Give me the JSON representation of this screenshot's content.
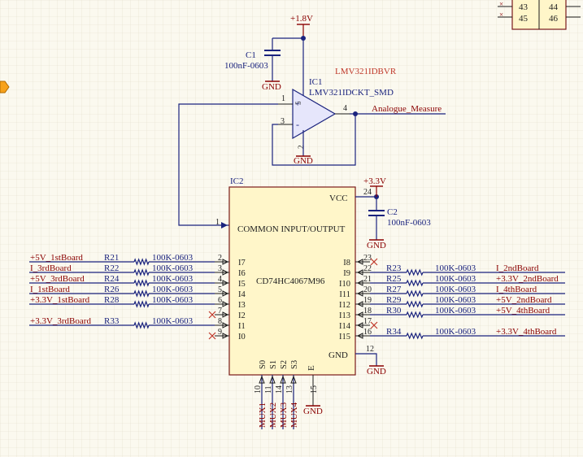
{
  "header_ports": [
    {
      "left": "43",
      "right": "44"
    },
    {
      "left": "45",
      "right": "46"
    }
  ],
  "power": {
    "v18": "+1.8V",
    "v33": "+3.3V",
    "gnd": "GND"
  },
  "c1": {
    "ref": "C1",
    "value": "100nF-0603"
  },
  "c2": {
    "ref": "C2",
    "value": "100nF-0603"
  },
  "ic1": {
    "ref": "IC1",
    "part_alt": "LMV321IDBVR",
    "part": "LMV321IDCKT_SMD",
    "pins": {
      "p1": "1",
      "p2": "2",
      "p3": "3",
      "p4": "4",
      "p5": "5"
    },
    "plus": "+",
    "minus": "-"
  },
  "net_analogue": "Analogue_Measure",
  "ic2": {
    "ref": "IC2",
    "part": "CD74HC4067M96",
    "vcc": "VCC",
    "gnd": "GND",
    "common": "COMMON INPUT/OUTPUT",
    "common_pin": "1",
    "vcc_pin": "24",
    "gnd_pin": "12",
    "e_pin": "15",
    "e_label": "E"
  },
  "left_pins": [
    {
      "name": "I7",
      "pin": "2",
      "net": "+5V_1stBoard",
      "res": "R21",
      "val": "100K-0603"
    },
    {
      "name": "I6",
      "pin": "3",
      "net": "I_3rdBoard",
      "res": "R22",
      "val": "100K-0603"
    },
    {
      "name": "I5",
      "pin": "4",
      "net": "+5V_3rdBoard",
      "res": "R24",
      "val": "100K-0603"
    },
    {
      "name": "I4",
      "pin": "5",
      "net": "I_1stBoard",
      "res": "R26",
      "val": "100K-0603"
    },
    {
      "name": "I3",
      "pin": "6",
      "net": "+3.3V_1stBoard",
      "res": "R28",
      "val": "100K-0603"
    },
    {
      "name": "I2",
      "pin": "7",
      "net": "",
      "res": "",
      "val": ""
    },
    {
      "name": "I1",
      "pin": "8",
      "net": "+3.3V_3rdBoard",
      "res": "R33",
      "val": "100K-0603"
    },
    {
      "name": "I0",
      "pin": "9",
      "net": "",
      "res": "",
      "val": ""
    }
  ],
  "right_pins": [
    {
      "name": "I8",
      "pin": "23",
      "net": "",
      "res": "",
      "val": ""
    },
    {
      "name": "I9",
      "pin": "22",
      "net": "I_2ndBoard",
      "res": "R23",
      "val": "100K-0603"
    },
    {
      "name": "I10",
      "pin": "21",
      "net": "+3.3V_2ndBoard",
      "res": "R25",
      "val": "100K-0603"
    },
    {
      "name": "I11",
      "pin": "20",
      "net": "I_4thBoard",
      "res": "R27",
      "val": "100K-0603"
    },
    {
      "name": "I12",
      "pin": "19",
      "net": "+5V_2ndBoard",
      "res": "R29",
      "val": "100K-0603"
    },
    {
      "name": "I13",
      "pin": "18",
      "net": "+5V_4thBoard",
      "res": "R30",
      "val": "100K-0603"
    },
    {
      "name": "I14",
      "pin": "17",
      "net": "",
      "res": "",
      "val": ""
    },
    {
      "name": "I15",
      "pin": "16",
      "net": "+3.3V_4thBoard",
      "res": "R34",
      "val": "100K-0603"
    }
  ],
  "select_pins": [
    {
      "name": "S0",
      "pin": "10",
      "net": "MUX1"
    },
    {
      "name": "S1",
      "pin": "11",
      "net": "MUX2"
    },
    {
      "name": "S2",
      "pin": "14",
      "net": "MUX3"
    },
    {
      "name": "S3",
      "pin": "13",
      "net": "MUX4"
    }
  ]
}
